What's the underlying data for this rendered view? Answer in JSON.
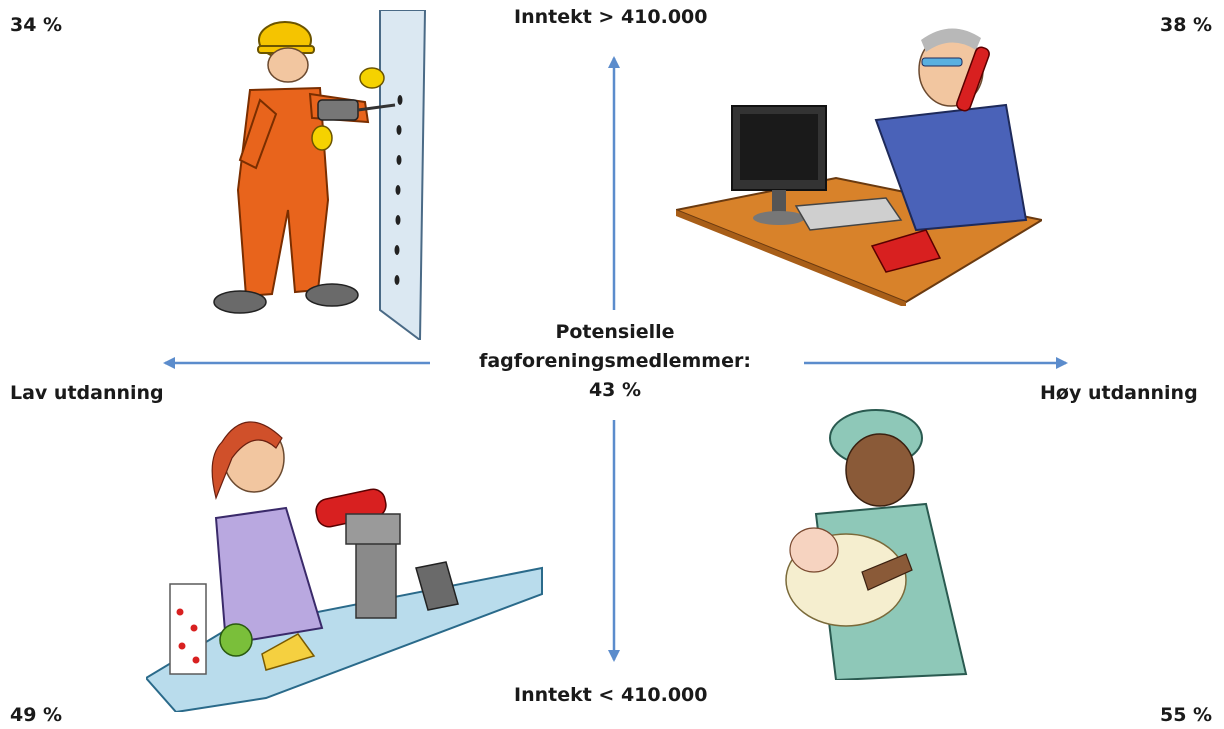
{
  "axis": {
    "top_label": "Inntekt > 410.000",
    "bottom_label": "Inntekt < 410.000",
    "left_label": "Lav utdanning",
    "right_label": "Høy utdanning",
    "arrow_color": "#5b8ccc"
  },
  "center": {
    "line1": "Potensielle",
    "line2": "fagforeningsmedlemmer:",
    "line3": "43 %"
  },
  "quadrants": {
    "top_left": {
      "value": "34 %",
      "illustration": "construction-worker-icon"
    },
    "top_right": {
      "value": "38 %",
      "illustration": "businessman-on-phone-icon"
    },
    "bottom_left": {
      "value": "49 %",
      "illustration": "cashier-icon"
    },
    "bottom_right": {
      "value": "55 %",
      "illustration": "nurse-with-baby-icon"
    }
  }
}
